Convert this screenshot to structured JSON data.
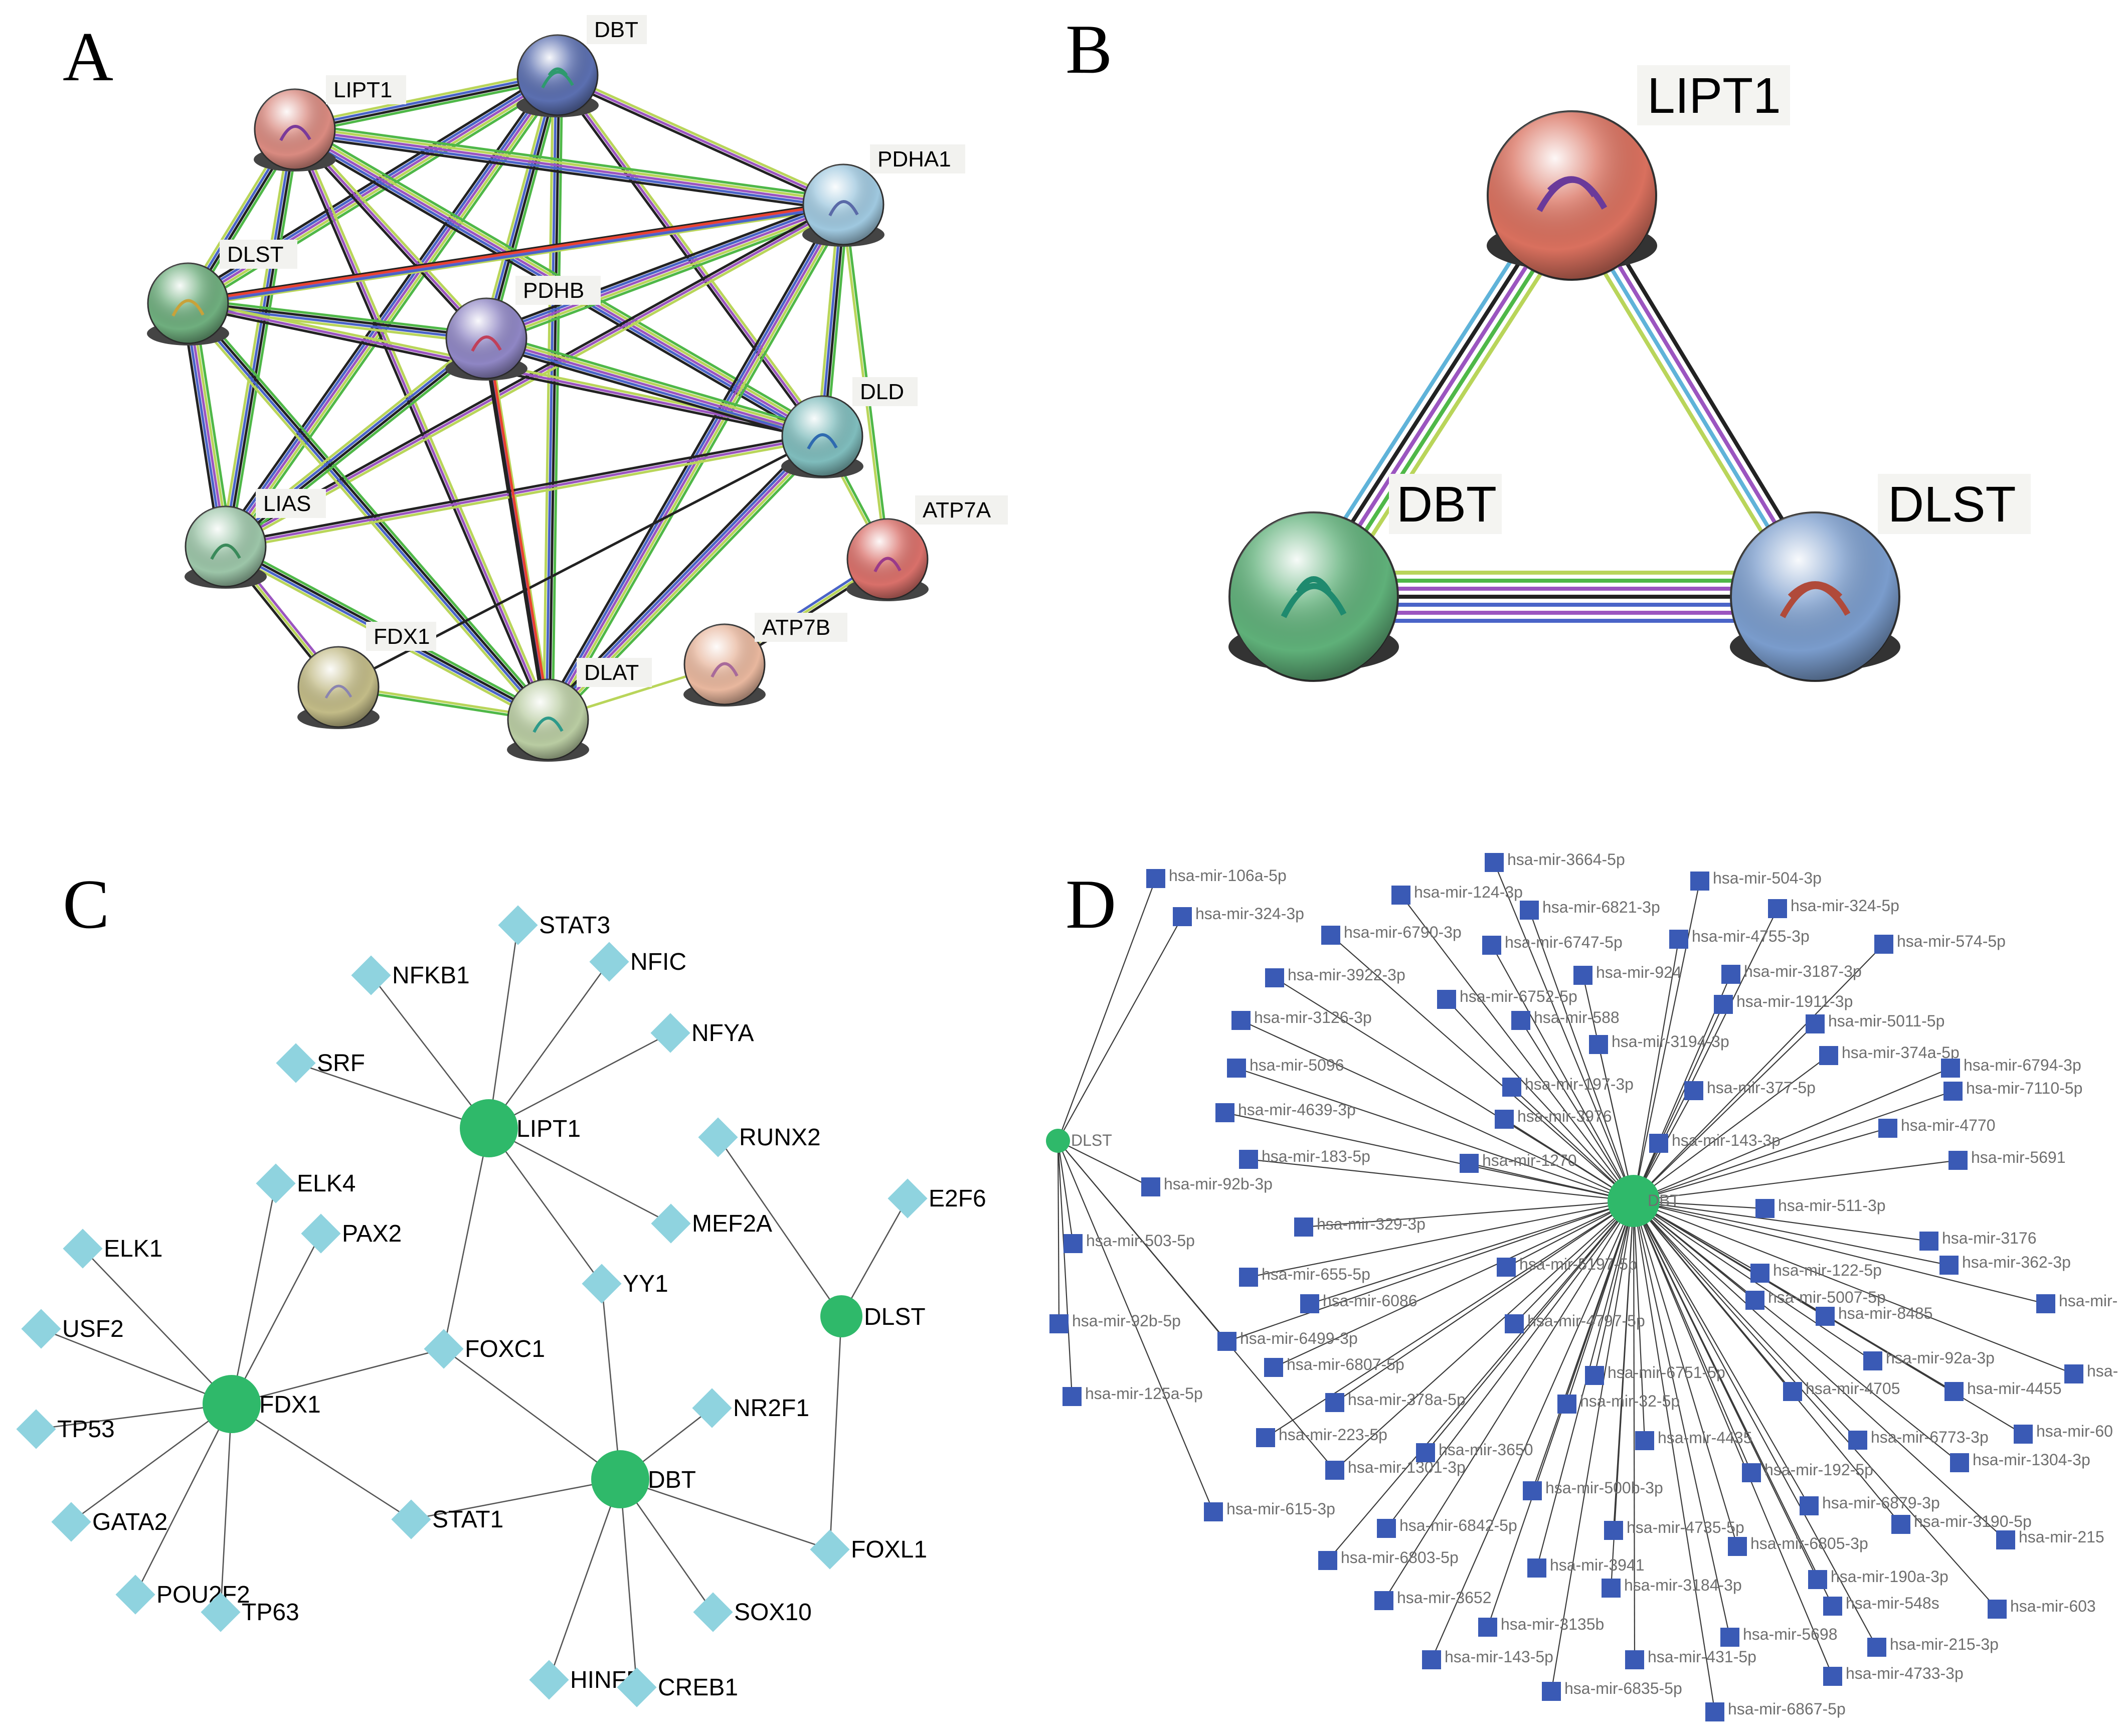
{
  "panels": {
    "a": "A",
    "b": "B",
    "c": "C",
    "d": "D"
  },
  "colors": {
    "hub": "#2fb96a",
    "tf": "#8fd3df",
    "mirna": "#3a5ab5",
    "edge_black": "#222222",
    "edge_green": "#4fb848",
    "edge_lime": "#b9d55a",
    "edge_blue": "#4a64c8",
    "edge_purple": "#9b55c0",
    "edge_cyan": "#5fb3d9",
    "edge_red": "#e8432f"
  },
  "ppi": {
    "nodes": [
      {
        "name": "DBT",
        "color": "#5b6fb0"
      },
      {
        "name": "LIPT1",
        "color": "#d98a80"
      },
      {
        "name": "PDHA1",
        "color": "#9fc8df"
      },
      {
        "name": "DLST",
        "color": "#6fae7e"
      },
      {
        "name": "PDHB",
        "color": "#8f86c4"
      },
      {
        "name": "DLD",
        "color": "#7fbcbc"
      },
      {
        "name": "LIAS",
        "color": "#9cc5a8"
      },
      {
        "name": "ATP7A",
        "color": "#d9706a"
      },
      {
        "name": "ATP7B",
        "color": "#e8b79e"
      },
      {
        "name": "FDX1",
        "color": "#c2bb87"
      },
      {
        "name": "DLAT",
        "color": "#b9cca2"
      }
    ]
  },
  "string_triangle": {
    "nodes": [
      {
        "name": "LIPT1",
        "color": "#d9705e"
      },
      {
        "name": "DBT",
        "color": "#5fb079"
      },
      {
        "name": "DLST",
        "color": "#7a9ccc"
      }
    ]
  },
  "tf_network": {
    "hubs": [
      "LIPT1",
      "FDX1",
      "DBT",
      "DLST"
    ],
    "tfs": [
      "STAT3",
      "NFKB1",
      "NFIC",
      "NFYA",
      "SRF",
      "ELK4",
      "PAX2",
      "ELK1",
      "USF2",
      "TP53",
      "GATA2",
      "POU2F2",
      "TP63",
      "FOXC1",
      "STAT1",
      "YY1",
      "MEF2A",
      "RUNX2",
      "E2F6",
      "NR2F1",
      "FOXL1",
      "SOX10",
      "HINFP",
      "CREB1"
    ]
  },
  "mirna_network": {
    "hubs": [
      "DLST",
      "DBT"
    ],
    "dlst_targets": [
      "hsa-mir-106a-5p",
      "hsa-mir-324-3p",
      "hsa-mir-92b-3p",
      "hsa-mir-503-5p",
      "hsa-mir-92b-5p",
      "hsa-mir-125a-5p",
      "hsa-mir-6499-3p",
      "hsa-mir-1301-3p",
      "hsa-mir-615-3p"
    ],
    "dbt_targets": [
      "hsa-mir-3664-5p",
      "hsa-mir-124-3p",
      "hsa-mir-6821-3p",
      "hsa-mir-504-3p",
      "hsa-mir-324-5p",
      "hsa-mir-6790-3p",
      "hsa-mir-6747-5p",
      "hsa-mir-4755-3p",
      "hsa-mir-574-5p",
      "hsa-mir-3922-3p",
      "hsa-mir-924",
      "hsa-mir-3187-3p",
      "hsa-mir-6752-5p",
      "hsa-mir-1911-3p",
      "hsa-mir-3126-3p",
      "hsa-mir-588",
      "hsa-mir-5011-5p",
      "hsa-mir-3194-3p",
      "hsa-mir-374a-5p",
      "hsa-mir-5096",
      "hsa-mir-6794-3p",
      "hsa-mir-197-3p",
      "hsa-mir-377-5p",
      "hsa-mir-7110-5p",
      "hsa-mir-4639-3p",
      "hsa-mir-3976",
      "hsa-mir-4770",
      "hsa-mir-143-3p",
      "hsa-mir-183-5p",
      "hsa-mir-1270",
      "hsa-mir-5691",
      "hsa-mir-511-3p",
      "hsa-mir-329-3p",
      "hsa-mir-3176",
      "hsa-mir-5197-5p",
      "hsa-mir-362-3p",
      "hsa-mir-655-5p",
      "hsa-mir-122-5p",
      "hsa-mir-6086",
      "hsa-mir-5007-5p",
      "hsa-mir-8485",
      "hsa-mir-",
      "hsa-mir-4797-5p",
      "hsa-mir-92a-3p",
      "hsa-mir-6807-5p",
      "hsa-",
      "hsa-mir-6751-5p",
      "hsa-mir-4705",
      "hsa-mir-4455",
      "hsa-mir-378a-5p",
      "hsa-mir-32-5p",
      "hsa-mir-60",
      "hsa-mir-223-5p",
      "hsa-mir-4435",
      "hsa-mir-6773-3p",
      "hsa-mir-3650",
      "hsa-mir-1304-3p",
      "hsa-mir-192-5p",
      "hsa-mir-500b-3p",
      "hsa-mir-6879-3p",
      "hsa-mir-3190-5p",
      "hsa-mir-6842-5p",
      "hsa-mir-4735-5p",
      "hsa-mir-215",
      "hsa-mir-6805-3p",
      "hsa-mir-6803-5p",
      "hsa-mir-3941",
      "hsa-mir-190a-3p",
      "hsa-mir-3184-3p",
      "hsa-mir-548s",
      "hsa-mir-3652",
      "hsa-mir-603",
      "hsa-mir-3135b",
      "hsa-mir-5698",
      "hsa-mir-215-3p",
      "hsa-mir-143-5p",
      "hsa-mir-431-5p",
      "hsa-mir-4733-3p",
      "hsa-mir-6835-5p",
      "hsa-mir-6867-5p"
    ]
  }
}
